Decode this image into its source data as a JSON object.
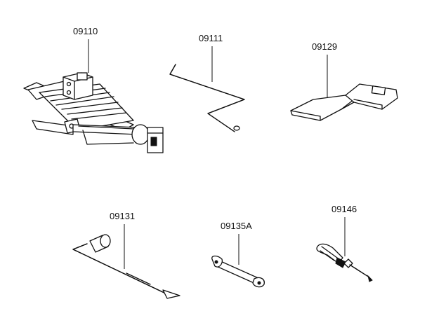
{
  "parts": [
    {
      "id": "jack",
      "part_number": "09110"
    },
    {
      "id": "jack-handle",
      "part_number": "09111"
    },
    {
      "id": "tool-bag",
      "part_number": "09129"
    },
    {
      "id": "wheel-wrench",
      "part_number": "09131"
    },
    {
      "id": "spanner",
      "part_number": "09135A"
    },
    {
      "id": "screwdriver",
      "part_number": "09146"
    }
  ],
  "colors": {
    "line": "#111111",
    "background": "#ffffff"
  }
}
